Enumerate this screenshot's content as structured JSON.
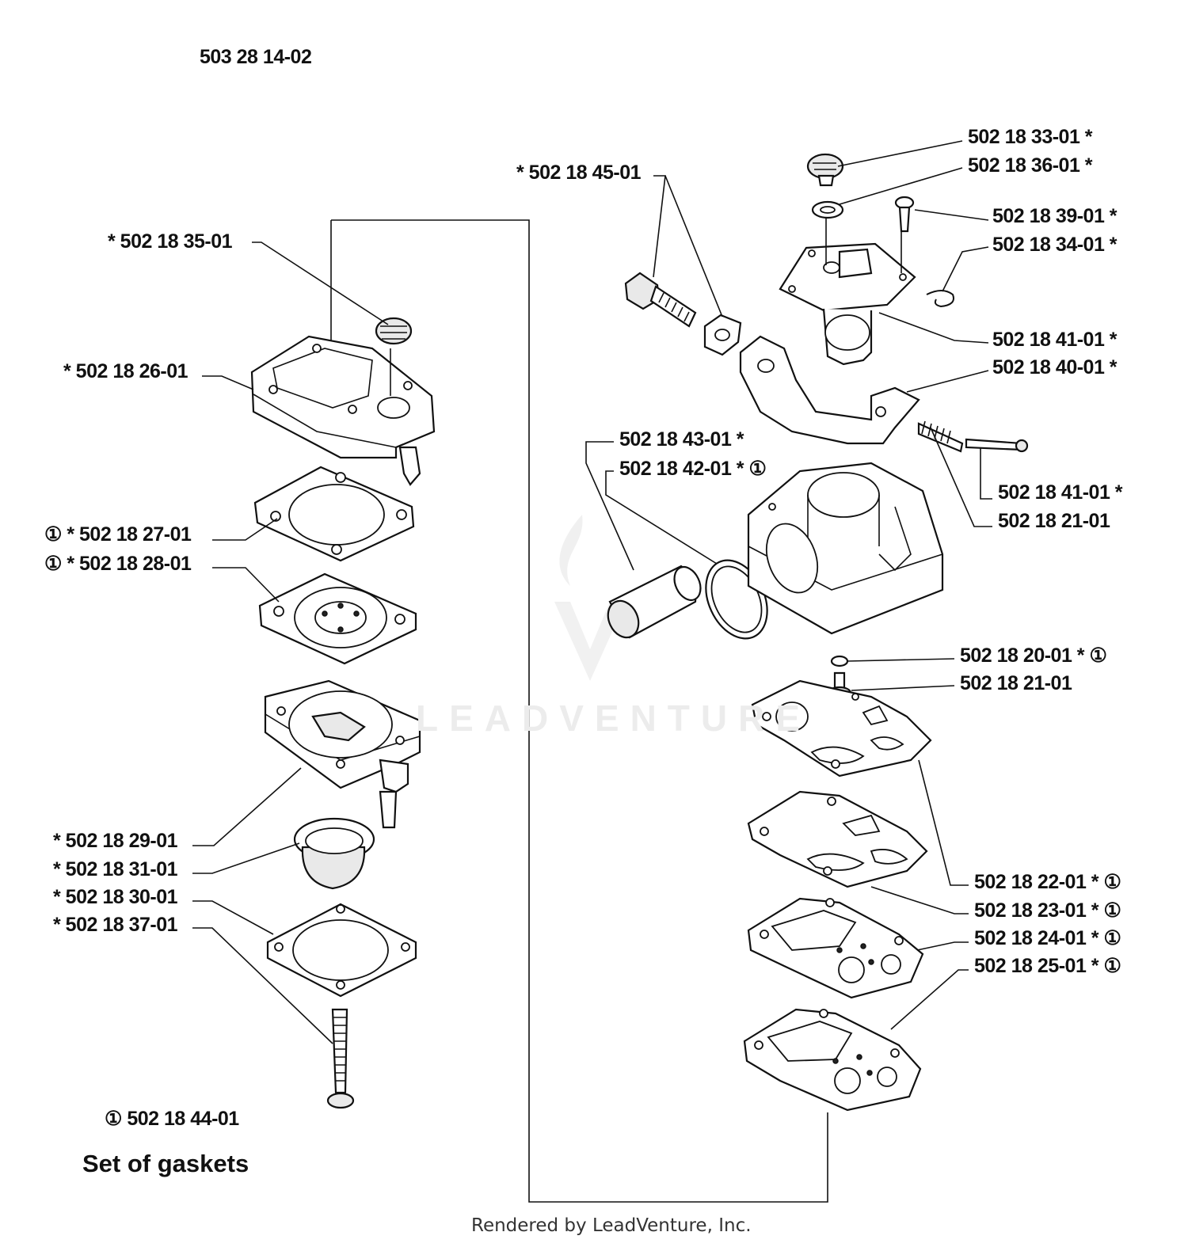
{
  "header": {
    "assembly_number": "503 28 14-02"
  },
  "parts": [
    {
      "id": "p1",
      "label": "502 18 33-01  *"
    },
    {
      "id": "p2",
      "label": "502 18 36-01  *"
    },
    {
      "id": "p3",
      "label": "*  502 18 45-01"
    },
    {
      "id": "p4",
      "label": "502 18 39-01  *"
    },
    {
      "id": "p5",
      "label": "502 18 34-01  *"
    },
    {
      "id": "p6",
      "label": "*  502 18 35-01"
    },
    {
      "id": "p7",
      "label": "502 18 41-01  *"
    },
    {
      "id": "p8",
      "label": "502 18 40-01  *"
    },
    {
      "id": "p9",
      "label": "*  502 18 26-01"
    },
    {
      "id": "p10",
      "label": "502 18 43-01  *"
    },
    {
      "id": "p11",
      "label": "502 18 42-01  * ①"
    },
    {
      "id": "p12",
      "label": "502 18 41-01  *"
    },
    {
      "id": "p13",
      "label": "502  18 21-01"
    },
    {
      "id": "p14",
      "label": "① *  502 18 27-01"
    },
    {
      "id": "p15",
      "label": "① *  502 18 28-01"
    },
    {
      "id": "p16",
      "label": "502 18 20-01  * ①"
    },
    {
      "id": "p17",
      "label": "502 18 21-01"
    },
    {
      "id": "p18",
      "label": "*  502 18 29-01"
    },
    {
      "id": "p19",
      "label": "*  502 18 31-01"
    },
    {
      "id": "p20",
      "label": "*  502 18 30-01"
    },
    {
      "id": "p21",
      "label": "*  502 18 37-01"
    },
    {
      "id": "p22",
      "label": "502 18 22-01  * ①"
    },
    {
      "id": "p23",
      "label": "502 18 23-01  * ①"
    },
    {
      "id": "p24",
      "label": "502 18 24-01  * ①"
    },
    {
      "id": "p25",
      "label": "502 18 25-01  * ①"
    }
  ],
  "gasket_set": {
    "label": "① 502 18 44-01",
    "caption": "Set of gaskets"
  },
  "watermark": "LEADVENTURE",
  "footer": "Rendered by LeadVenture, Inc."
}
